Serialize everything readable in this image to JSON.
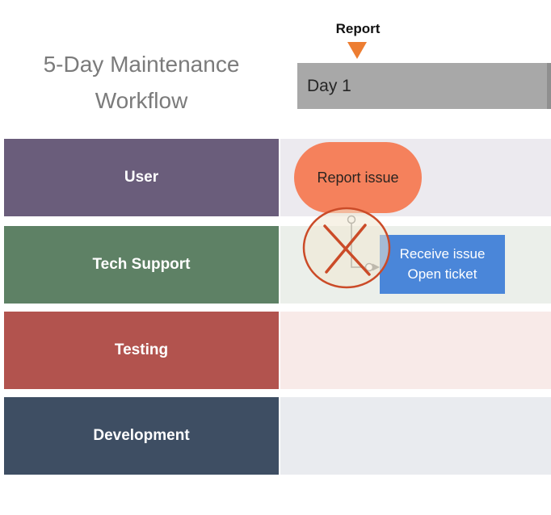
{
  "title": "5-Day Maintenance Workflow",
  "timeline": {
    "marker_label": "Report",
    "marker_color": "#ED7D31",
    "day_label": "Day 1",
    "header_color": "#A8A8A8"
  },
  "lanes": [
    {
      "label": "User",
      "color": "#6A5D7B",
      "track_color": "#ECEAEF"
    },
    {
      "label": "Tech Support",
      "color": "#5E8165",
      "track_color": "#EBEFEA"
    },
    {
      "label": "Testing",
      "color": "#B2534E",
      "track_color": "#F8EAE8"
    },
    {
      "label": "Development",
      "color": "#3E4E63",
      "track_color": "#E9EBEF"
    }
  ],
  "shapes": {
    "report_issue": {
      "label": "Report issue",
      "fill": "#F5815C"
    },
    "receive_issue": {
      "line1": "Receive issue",
      "line2": "Open ticket",
      "fill": "#4A86D9"
    }
  },
  "connector": {
    "color": "#808080"
  },
  "annotation": {
    "type": "circled-x",
    "color": "#CB4B28",
    "fill": "rgba(241,232,210,0.55)"
  }
}
